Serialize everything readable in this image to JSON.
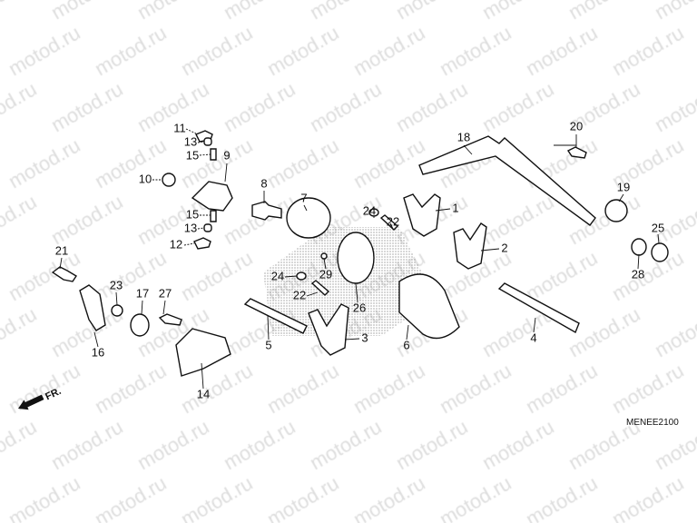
{
  "watermark": "motod.ru",
  "diagram_code": "MENEE2100",
  "direction_label": "FR.",
  "callouts": {
    "c1": "1",
    "c2": "2",
    "c3": "3",
    "c4": "4",
    "c5": "5",
    "c6": "6",
    "c7": "7",
    "c8": "8",
    "c9": "9",
    "c10": "10",
    "c11": "11",
    "c12": "12",
    "c13a": "13",
    "c13b": "13",
    "c14": "14",
    "c15a": "15",
    "c15b": "15",
    "c16": "16",
    "c17": "17",
    "c18": "18",
    "c19": "19",
    "c20": "20",
    "c21": "21",
    "c22a": "22",
    "c22b": "22",
    "c23": "23",
    "c24a": "24",
    "c24b": "24",
    "c25": "25",
    "c26": "26",
    "c27": "27",
    "c28": "28",
    "c29": "29"
  }
}
